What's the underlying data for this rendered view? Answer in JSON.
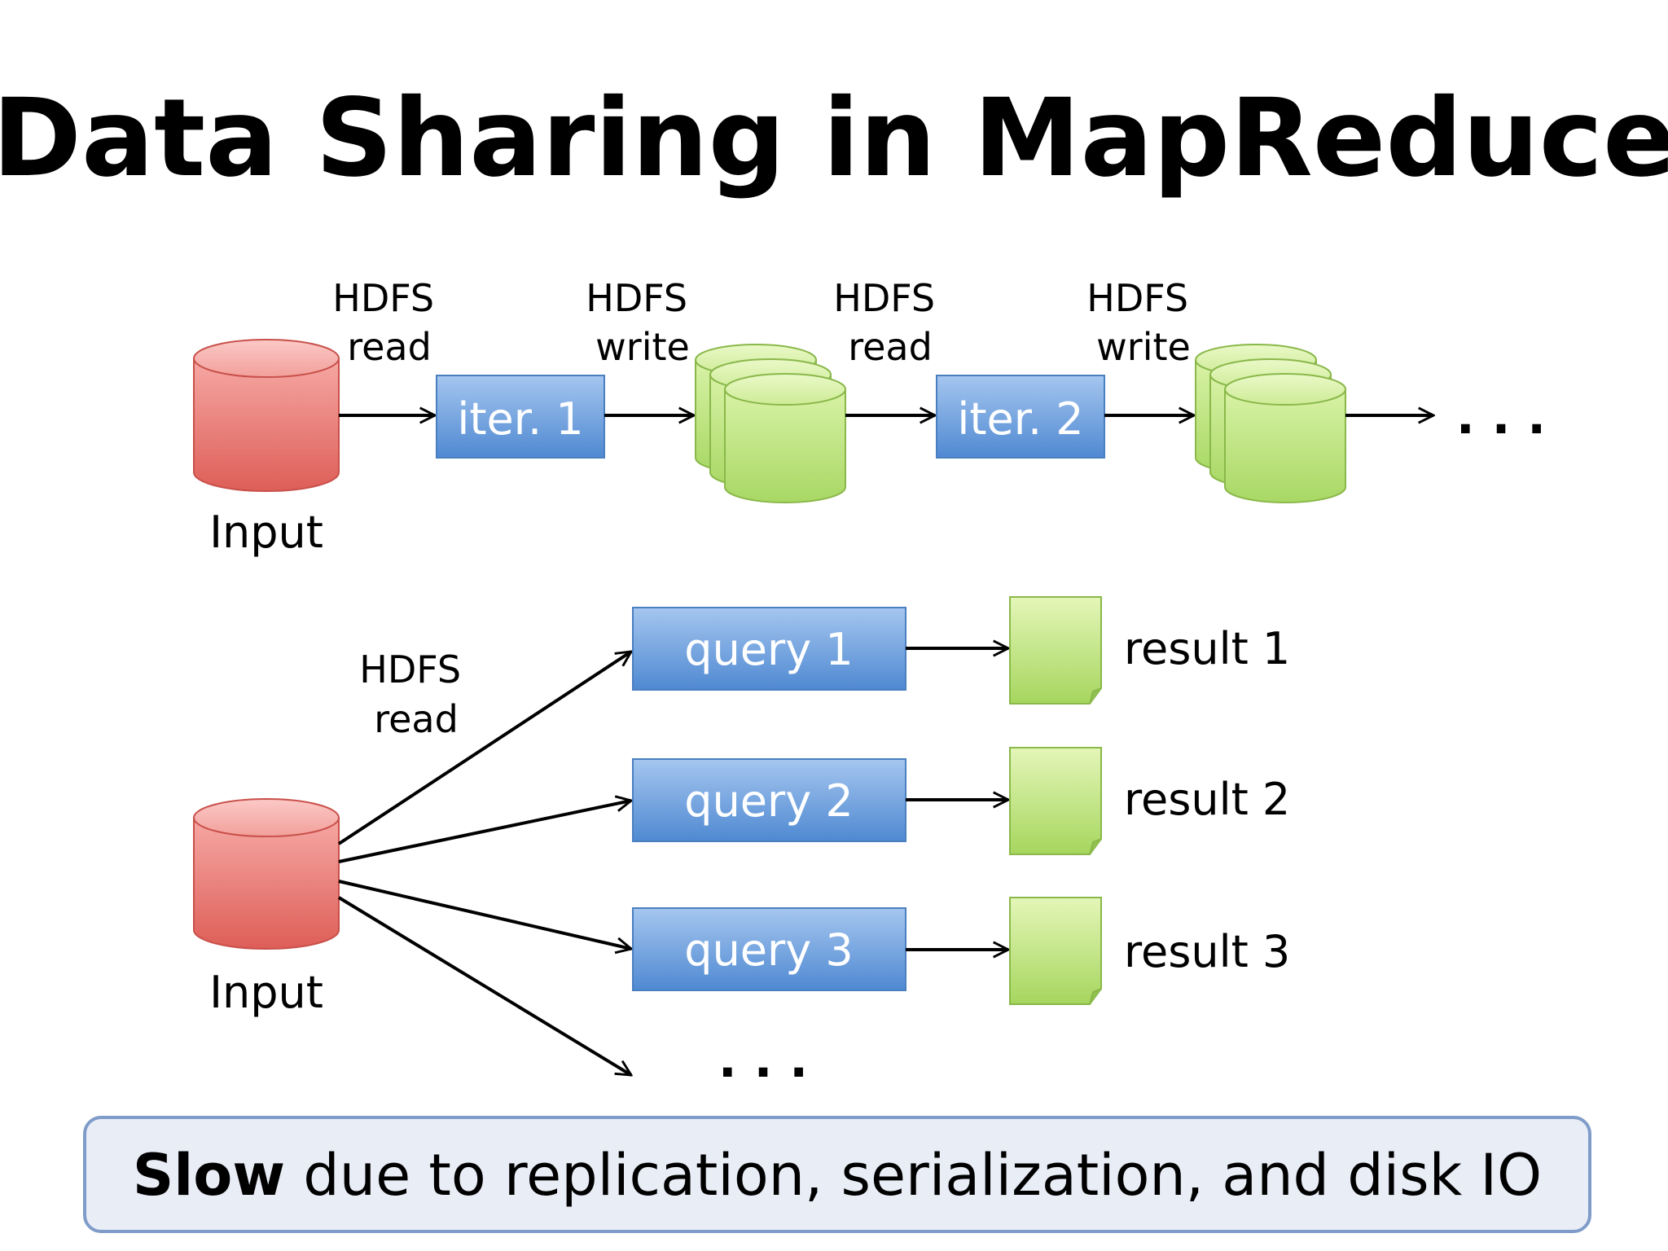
{
  "title": "Data Sharing in MapReduce",
  "iterative": {
    "input_label": "Input",
    "hdfs_read_1": [
      "HDFS",
      "read"
    ],
    "hdfs_write_1": [
      "HDFS",
      "write"
    ],
    "hdfs_read_2": [
      "HDFS",
      "read"
    ],
    "hdfs_write_2": [
      "HDFS",
      "write"
    ],
    "iter1": "iter. 1",
    "iter2": "iter. 2",
    "ellipsis": ". . ."
  },
  "interactive": {
    "input_label": "Input",
    "hdfs_read": [
      "HDFS",
      "read"
    ],
    "queries": [
      "query 1",
      "query 2",
      "query 3"
    ],
    "results": [
      "result 1",
      "result 2",
      "result 3"
    ],
    "ellipsis": ". . ."
  },
  "footer": {
    "bold": "Slow",
    "rest": " due to replication, serialization, and disk IO"
  },
  "colors": {
    "db_red": "#e8706c",
    "db_green": "#b8e07a",
    "process_blue": "#5b94d8",
    "footer_fill": "#e8edf6",
    "footer_border": "#7f9cc9"
  }
}
